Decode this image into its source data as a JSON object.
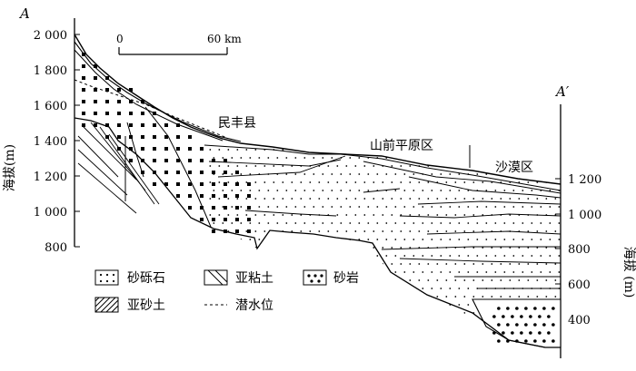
{
  "figure": {
    "corner_left": "A",
    "corner_right": "A′",
    "left_axis_title": "海拔(m)",
    "right_axis_title": "海拔 (m)",
    "left_ticks": [
      "2 000",
      "1 800",
      "1 600",
      "1 400",
      "1 200",
      "1 000",
      "800"
    ],
    "right_ticks": [
      "1 200",
      "1 000",
      "800",
      "600",
      "400"
    ],
    "scale": {
      "start": "0",
      "end": "60 km"
    },
    "regions": [
      "民丰县",
      "山前平原区",
      "沙漠区"
    ]
  },
  "legend": [
    {
      "key": "gravel",
      "label": "砂砾石"
    },
    {
      "key": "subclay",
      "label": "亚粘土"
    },
    {
      "key": "sandstone",
      "label": "砂岩"
    },
    {
      "key": "subsandy",
      "label": "亚砂土"
    },
    {
      "key": "watertable",
      "label": "潜水位"
    }
  ]
}
